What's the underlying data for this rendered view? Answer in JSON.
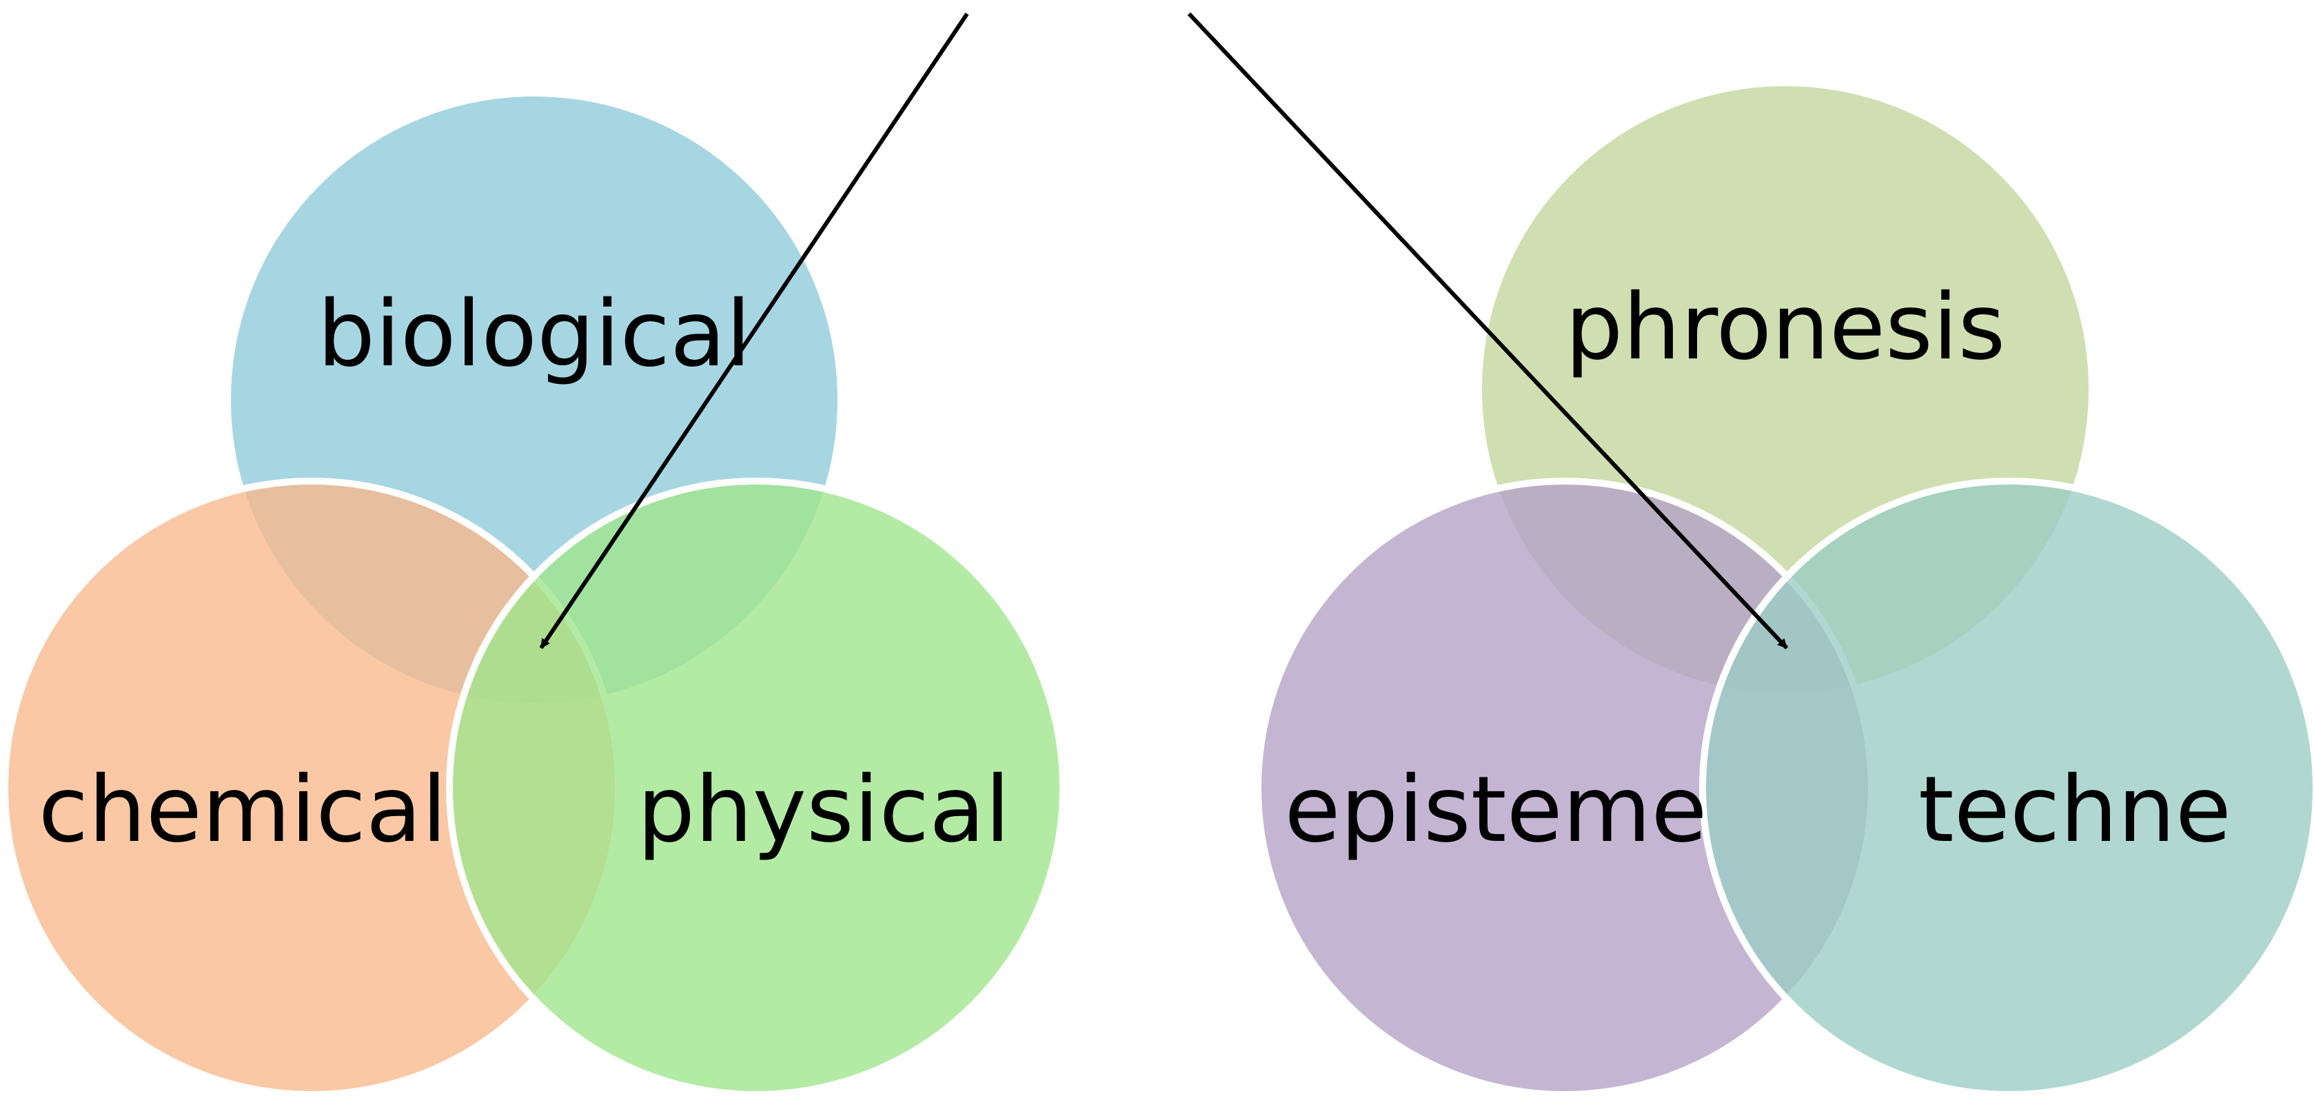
{
  "diagrams": [
    {
      "name": "left-venn",
      "circles": [
        {
          "id": "biological",
          "label": "biological",
          "color": "#8ECBDB"
        },
        {
          "id": "chemical",
          "label": "chemical",
          "color": "#F9B98A"
        },
        {
          "id": "physical",
          "label": "physical",
          "color": "#9DE68A"
        }
      ]
    },
    {
      "name": "right-venn",
      "circles": [
        {
          "id": "phronesis",
          "label": "phronesis",
          "color": "#C2D69B"
        },
        {
          "id": "episteme",
          "label": "episteme",
          "color": "#B3A2C7"
        },
        {
          "id": "techne",
          "label": "techne",
          "color": "#9ACDC4"
        }
      ]
    }
  ],
  "arrow_color": "#000000",
  "background_color": "#FFFFFF"
}
